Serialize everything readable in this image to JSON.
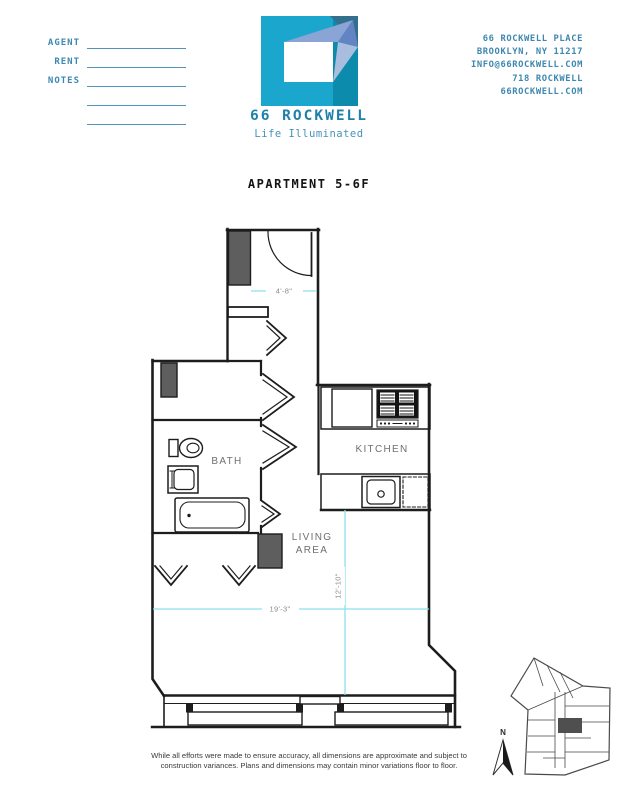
{
  "header": {
    "form": {
      "labels": [
        "AGENT",
        "RENT",
        "NOTES"
      ]
    },
    "logo": {
      "name": "66 ROCKWELL",
      "tagline": "Life Illuminated"
    },
    "contact": {
      "line1": "66 ROCKWELL PLACE",
      "line2": "BROOKLYN, NY 11217",
      "line3": "INFO@66ROCKWELL.COM",
      "line4": "718 ROCKWELL",
      "line5": "66ROCKWELL.COM"
    }
  },
  "title": "APARTMENT 5-6F",
  "floorplan": {
    "room_labels": {
      "bath": "BATH",
      "kitchen": "KITCHEN",
      "living_line1": "LIVING",
      "living_line2": "AREA"
    },
    "dimensions": {
      "entry_width": "4'-8\"",
      "living_width": "19'-3\"",
      "living_depth": "12'-10\""
    }
  },
  "keyplan": {
    "compass_label": "N"
  },
  "disclaimer": {
    "line1": "While all efforts were made to ensure accuracy, all dimensions are approximate and subject to",
    "line2": "construction variances. Plans and dimensions may contain minor variations floor to floor."
  },
  "colors": {
    "brand_teal_text": "#1e80a8",
    "form_line_teal": "#4f94ba",
    "logo_cyan": "#1ba7cd",
    "logo_dark_teal": "#0d8bad",
    "logo_slate": "#33708e",
    "logo_periwinkle": "#8ba4d6",
    "wall_black": "#1d1d1d",
    "shaft_gray": "#5e5e5e",
    "dimension_cyan": "#8ce0ef",
    "label_gray": "#6f6f6f"
  }
}
